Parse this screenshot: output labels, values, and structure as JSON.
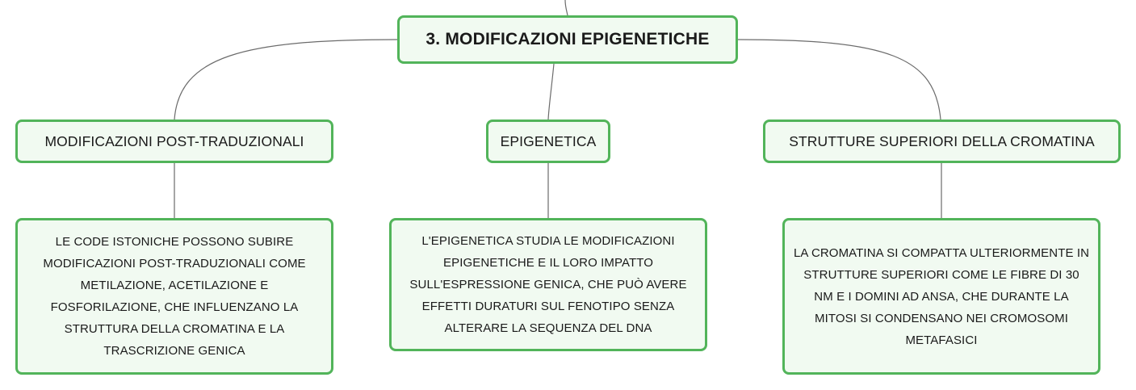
{
  "root": {
    "label": "3. MODIFICAZIONI EPIGENETICHE"
  },
  "topics": [
    {
      "label": "MODIFICAZIONI POST-TRADUZIONALI",
      "detail": "LE CODE ISTONICHE POSSONO SUBIRE MODIFICAZIONI POST-TRADUZIONALI COME METILAZIONE, ACETILAZIONE E FOSFORILAZIONE, CHE INFLUENZANO LA STRUTTURA DELLA CROMATINA E LA TRASCRIZIONE GENICA"
    },
    {
      "label": "EPIGENETICA",
      "detail": "L'EPIGENETICA STUDIA LE MODIFICAZIONI EPIGENETICHE E IL LORO IMPATTO SULL'ESPRESSIONE GENICA, CHE PUÒ AVERE EFFETTI DURATURI SUL FENOTIPO SENZA ALTERARE LA SEQUENZA DEL DNA"
    },
    {
      "label": "STRUTTURE SUPERIORI DELLA CROMATINA",
      "detail": "LA CROMATINA SI COMPATTA ULTERIORMENTE IN STRUTTURE SUPERIORI COME LE FIBRE DI 30 NM E I DOMINI AD ANSA, CHE DURANTE LA MITOSI SI CONDENSANO NEI CROMOSOMI METAFASICI"
    }
  ],
  "colors": {
    "node_border": "#52b45a",
    "node_fill": "#f1faf1",
    "connector": "#6b6b6b",
    "text": "#1a1a1a"
  }
}
